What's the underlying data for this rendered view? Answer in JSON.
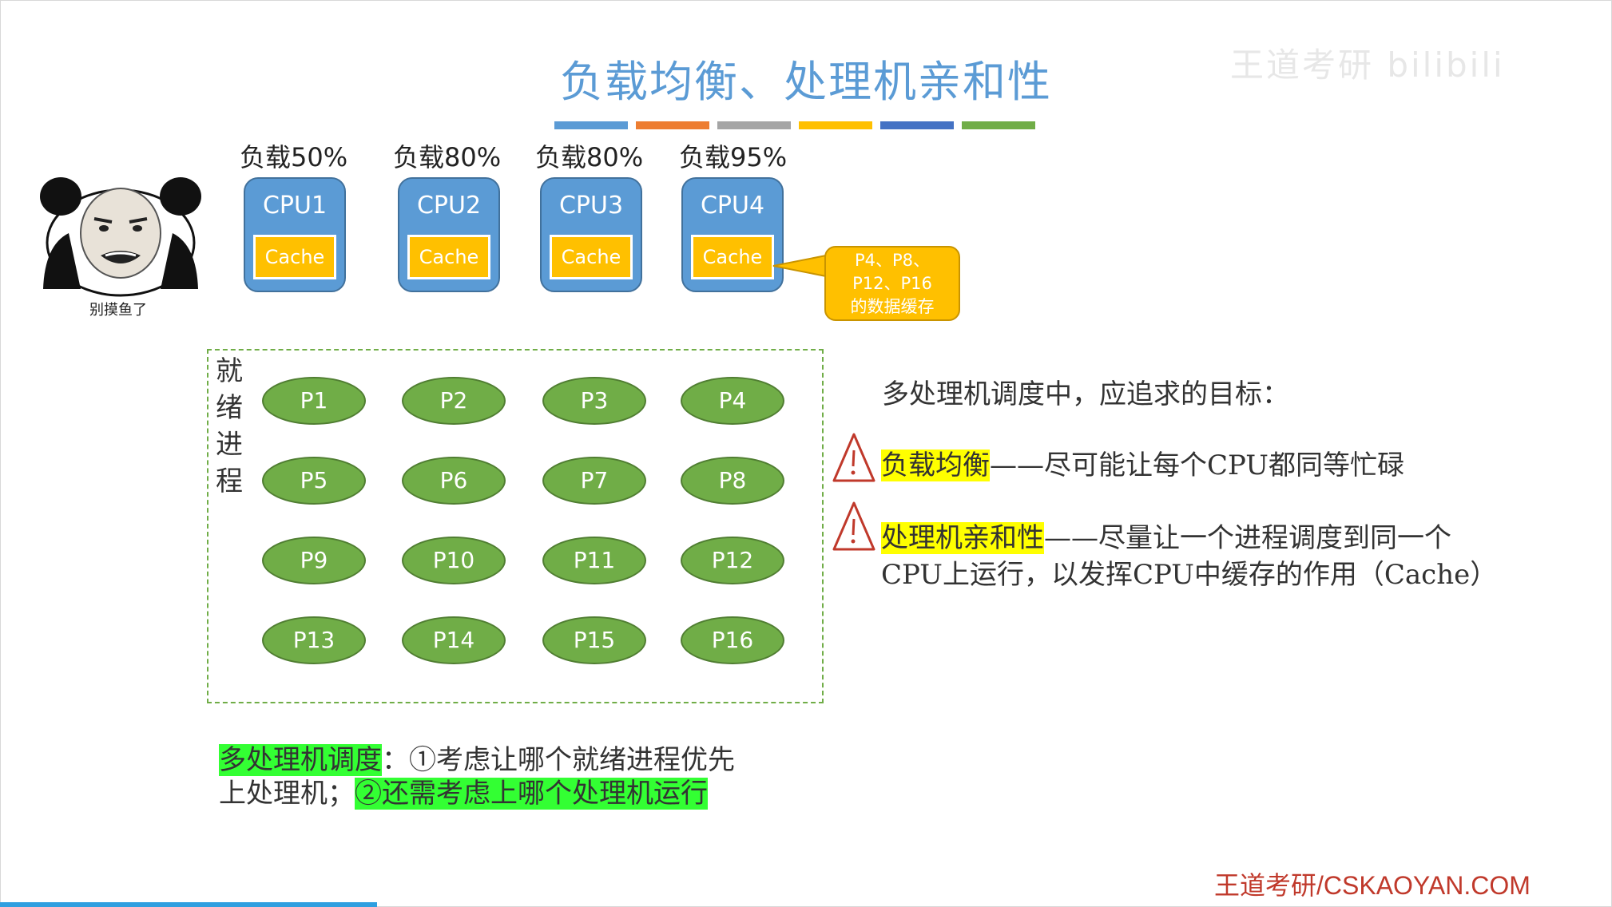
{
  "title": "负载均衡、处理机亲和性",
  "watermark": "王道考研 bilibili",
  "color_bar": [
    "#5b9bd5",
    "#ed7d31",
    "#a5a5a5",
    "#ffc000",
    "#4472c4",
    "#70ad47"
  ],
  "cpus": [
    {
      "load": "负载50%",
      "name": "CPU1",
      "cache": "Cache"
    },
    {
      "load": "负载80%",
      "name": "CPU2",
      "cache": "Cache"
    },
    {
      "load": "负载80%",
      "name": "CPU3",
      "cache": "Cache"
    },
    {
      "load": "负载95%",
      "name": "CPU4",
      "cache": "Cache"
    }
  ],
  "callout": {
    "line1": "P4、P8、",
    "line2": "P12、P16",
    "line3": "的数据缓存"
  },
  "panda_caption": "别摸鱼了",
  "ready_label": "就绪进程",
  "processes": [
    "P1",
    "P2",
    "P3",
    "P4",
    "P5",
    "P6",
    "P7",
    "P8",
    "P9",
    "P10",
    "P11",
    "P12",
    "P13",
    "P14",
    "P15",
    "P16"
  ],
  "goals": {
    "heading": "多处理机调度中，应追求的目标：",
    "goal1_key": "负载均衡",
    "goal1_desc": "——尽可能让每个CPU都同等忙碌",
    "goal2_key": "处理机亲和性",
    "goal2_desc": "——尽量让一个进程调度到同一个",
    "goal2_desc2": "CPU上运行，以发挥CPU中缓存的作用（Cache）"
  },
  "bottom": {
    "hl1": "多处理机调度",
    "text1": "：①考虑让哪个就绪进程优先",
    "text2": "上处理机；",
    "hl2": "②还需考虑上哪个处理机运行"
  },
  "footer": "王道考研/CSKAOYAN.COM"
}
